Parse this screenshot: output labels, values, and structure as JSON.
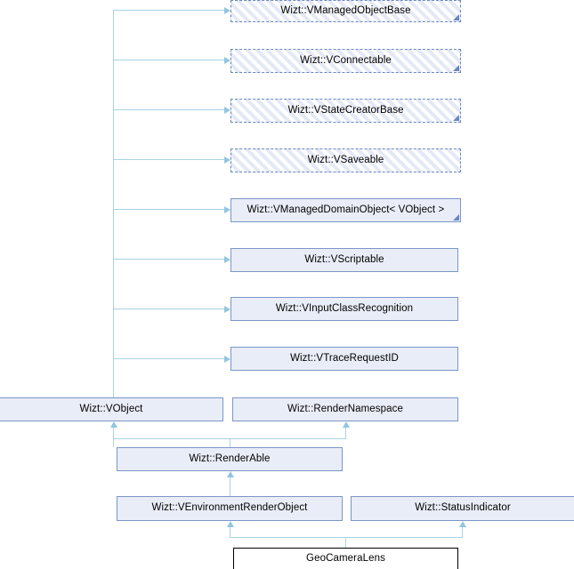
{
  "diagram": {
    "title": "GeoCameraLens inheritance diagram",
    "type": "class-inheritance",
    "palette": {
      "box_fill": "#e9edf7",
      "box_border": "#7b96c8",
      "hatch_stripe": "#e4e9f6",
      "hatch_border": "#6a86bd",
      "current_fill": "#ffffff",
      "current_border": "#000000",
      "edge": "#a8d2e6",
      "arrow": "#92c6e0",
      "corner_marker": "#6a86bd",
      "background": "#ffffff"
    },
    "nodes": [
      {
        "id": "vmanagedobjectbase",
        "label": "Wizt::VManagedObjectBase"
      },
      {
        "id": "vconnectable",
        "label": "Wizt::VConnectable"
      },
      {
        "id": "vstatecreatorbase",
        "label": "Wizt::VStateCreatorBase"
      },
      {
        "id": "vsaveable",
        "label": "Wizt::VSaveable"
      },
      {
        "id": "vmanageddomainobject",
        "label": "Wizt::VManagedDomainObject< VObject >"
      },
      {
        "id": "vscriptable",
        "label": "Wizt::VScriptable"
      },
      {
        "id": "vinputclassrecognition",
        "label": "Wizt::VInputClassRecognition"
      },
      {
        "id": "vtracerequestid",
        "label": "Wizt::VTraceRequestID"
      },
      {
        "id": "vobject",
        "label": "Wizt::VObject"
      },
      {
        "id": "rendernamespace",
        "label": "Wizt::RenderNamespace"
      },
      {
        "id": "renderable",
        "label": "Wizt::RenderAble"
      },
      {
        "id": "venvironmentrenderobject",
        "label": "Wizt::VEnvironmentRenderObject"
      },
      {
        "id": "statusindicator",
        "label": "Wizt::StatusIndicator"
      },
      {
        "id": "geocameralens",
        "label": "GeoCameraLens"
      }
    ],
    "edges": [
      {
        "from": "vobject",
        "to": "vmanagedobjectbase"
      },
      {
        "from": "vobject",
        "to": "vconnectable"
      },
      {
        "from": "vobject",
        "to": "vstatecreatorbase"
      },
      {
        "from": "vobject",
        "to": "vsaveable"
      },
      {
        "from": "vobject",
        "to": "vmanageddomainobject"
      },
      {
        "from": "vobject",
        "to": "vscriptable"
      },
      {
        "from": "vobject",
        "to": "vinputclassrecognition"
      },
      {
        "from": "vobject",
        "to": "vtracerequestid"
      },
      {
        "from": "renderable",
        "to": "vobject"
      },
      {
        "from": "renderable",
        "to": "rendernamespace"
      },
      {
        "from": "venvironmentrenderobject",
        "to": "renderable"
      },
      {
        "from": "geocameralens",
        "to": "venvironmentrenderobject"
      },
      {
        "from": "geocameralens",
        "to": "statusindicator"
      }
    ]
  }
}
